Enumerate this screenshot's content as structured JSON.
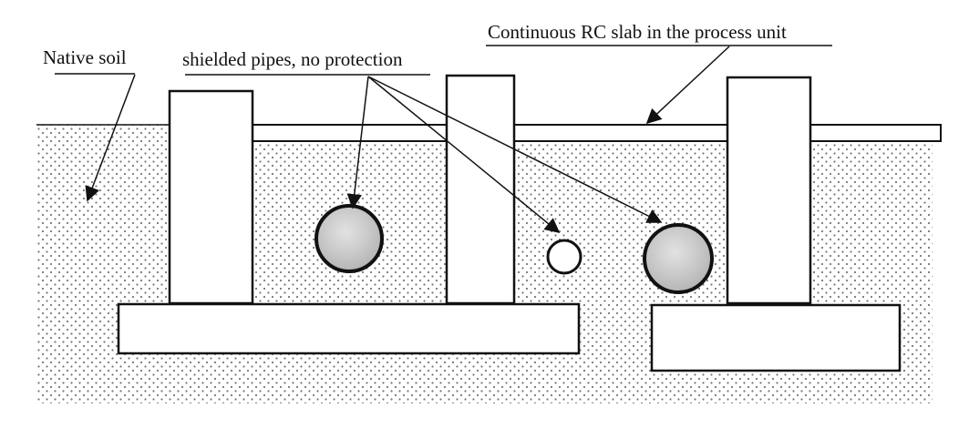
{
  "labels": {
    "native_soil": "Native soil",
    "pipes": "shielded pipes, no protection",
    "slab": "Continuous RC slab in the process unit"
  },
  "colors": {
    "line": "#111111",
    "soil_dot": "#777777",
    "pipe_fill": "#c9c9c9",
    "background": "#ffffff"
  }
}
